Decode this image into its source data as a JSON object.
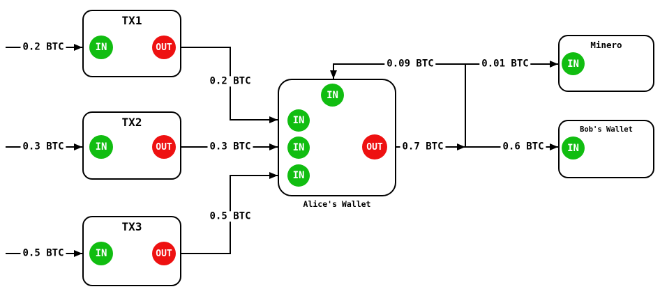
{
  "nodes": {
    "tx1": {
      "title": "TX1",
      "in": "IN",
      "out": "OUT"
    },
    "tx2": {
      "title": "TX2",
      "in": "IN",
      "out": "OUT"
    },
    "tx3": {
      "title": "TX3",
      "in": "IN",
      "out": "OUT"
    },
    "alice": {
      "title": "Alice's Wallet",
      "in_top": "IN",
      "in1": "IN",
      "in2": "IN",
      "in3": "IN",
      "out": "OUT"
    },
    "minero": {
      "title": "Minero",
      "in": "IN"
    },
    "bob": {
      "title": "Bob's Wallet",
      "in": "IN"
    }
  },
  "edges": {
    "input_tx1": "0.2 BTC",
    "input_tx2": "0.3 BTC",
    "input_tx3": "0.5 BTC",
    "tx1_to_alice": "0.2 BTC",
    "tx2_to_alice": "0.3 BTC",
    "tx3_to_alice": "0.5 BTC",
    "alice_out": "0.7 BTC",
    "change_to_alice": "0.09 BTC",
    "fee_to_minero": "0.01 BTC",
    "payment_to_bob": "0.6 BTC"
  },
  "colors": {
    "in_fill": "#11bd11",
    "out_fill": "#ee1111",
    "line": "#000000",
    "background": "#ffffff"
  }
}
